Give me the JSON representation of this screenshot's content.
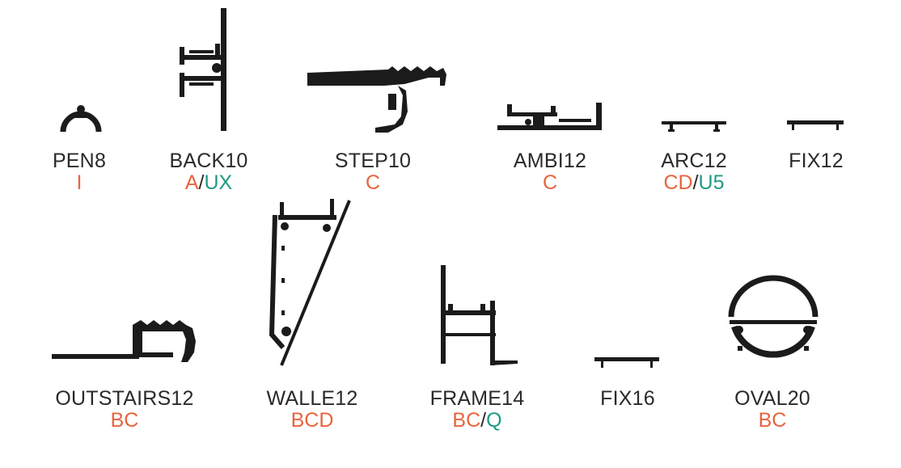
{
  "colors": {
    "orange": "#e8643e",
    "green": "#1f9a84",
    "profile": "#1b1b1b",
    "text": "#2a2a2a"
  },
  "profiles": [
    {
      "name": "PEN8",
      "codes": [
        {
          "text": "I",
          "color": "orange"
        }
      ]
    },
    {
      "name": "BACK10",
      "codes": [
        {
          "text": "A",
          "color": "orange"
        },
        {
          "text": "UX",
          "color": "green"
        }
      ]
    },
    {
      "name": "STEP10",
      "codes": [
        {
          "text": "C",
          "color": "orange"
        }
      ]
    },
    {
      "name": "AMBI12",
      "codes": [
        {
          "text": "C",
          "color": "orange"
        }
      ]
    },
    {
      "name": "ARC12",
      "codes": [
        {
          "text": "CD",
          "color": "orange"
        },
        {
          "text": "U5",
          "color": "green"
        }
      ]
    },
    {
      "name": "FIX12",
      "codes": []
    },
    {
      "name": "OUTSTAIRS12",
      "codes": [
        {
          "text": "BC",
          "color": "orange"
        }
      ]
    },
    {
      "name": "WALLE12",
      "codes": [
        {
          "text": "BCD",
          "color": "orange"
        }
      ]
    },
    {
      "name": "FRAME14",
      "codes": [
        {
          "text": "BC",
          "color": "orange"
        },
        {
          "text": "Q",
          "color": "green"
        }
      ]
    },
    {
      "name": "FIX16",
      "codes": []
    },
    {
      "name": "OVAL20",
      "codes": [
        {
          "text": "BC",
          "color": "orange"
        }
      ]
    }
  ],
  "separator": "/"
}
